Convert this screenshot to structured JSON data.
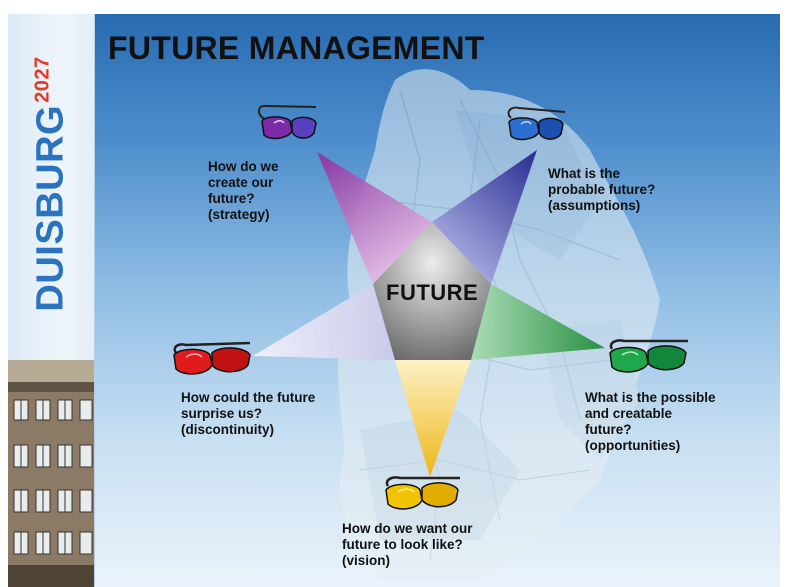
{
  "slide": {
    "title": "FUTURE MANAGEMENT",
    "brand": {
      "name": "DUISBURG",
      "year": "2027"
    },
    "center_label": "FUTURE",
    "questions": {
      "strategy": [
        "How do we",
        "create our",
        "future?",
        "(strategy)"
      ],
      "assumptions": [
        "What is the",
        "probable future?",
        "(assumptions)"
      ],
      "discontinuity": [
        "How could the future",
        "surprise us?",
        "(discontinuity)"
      ],
      "opportunities": [
        "What is the possible",
        "and creatable",
        "future?",
        "(opportunities)"
      ],
      "vision": [
        "How do we want our",
        "future to look like?",
        "(vision)"
      ]
    },
    "colors": {
      "strategy": "#a54fb6",
      "assumptions": "#3a3ea6",
      "discontinuity": "#d6d6ee",
      "opportunities": "#2c9a45",
      "vision": "#f5c21a",
      "center": "#6e6e6e"
    },
    "icons": {
      "glasses_strategy": "purple-glasses-icon",
      "glasses_assumptions": "blue-glasses-icon",
      "glasses_discontinuity": "red-glasses-icon",
      "glasses_opportunities": "green-glasses-icon",
      "glasses_vision": "yellow-glasses-icon",
      "background_map": "city-map-outline",
      "building": "town-hall-building-photo"
    }
  }
}
